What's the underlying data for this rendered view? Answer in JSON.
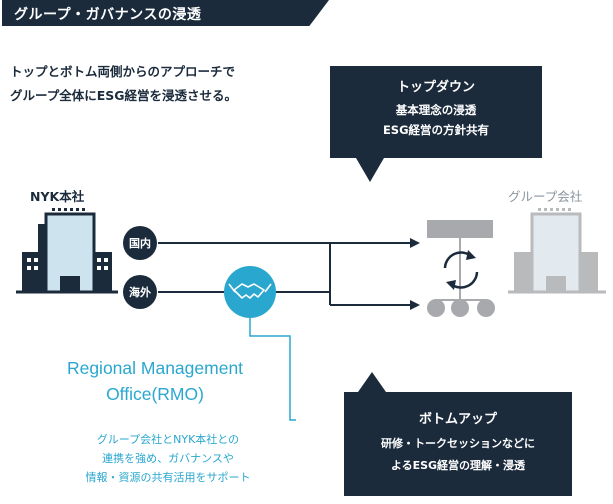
{
  "header": {
    "title": "グループ・ガバナンスの浸透"
  },
  "intro": {
    "line1": "トップとボトム両側からのアプローチで",
    "line2": "グループ全体にESG経営を浸透させる。"
  },
  "top_down": {
    "title": "トップダウン",
    "line1": "基本理念の浸透",
    "line2": "ESG経営の方針共有"
  },
  "bottom_up": {
    "title": "ボトムアップ",
    "line1": "研修・トークセッションなどに",
    "line2": "よるESG経営の理解・浸透"
  },
  "entities": {
    "nyk": "NYK本社",
    "group": "グループ会社"
  },
  "channels": {
    "domestic": "国内",
    "overseas": "海外"
  },
  "rmo": {
    "title_line1": "Regional Management",
    "title_line2": "Office(RMO)",
    "desc_line1": "グループ会社とNYK本社との",
    "desc_line2": "連携を強め、ガバナンスや",
    "desc_line3": "情報・資源の共有活用をサポート"
  },
  "colors": {
    "navy": "#1b2b3c",
    "teal": "#2aa7cf",
    "grey": "#a7a9ac"
  }
}
